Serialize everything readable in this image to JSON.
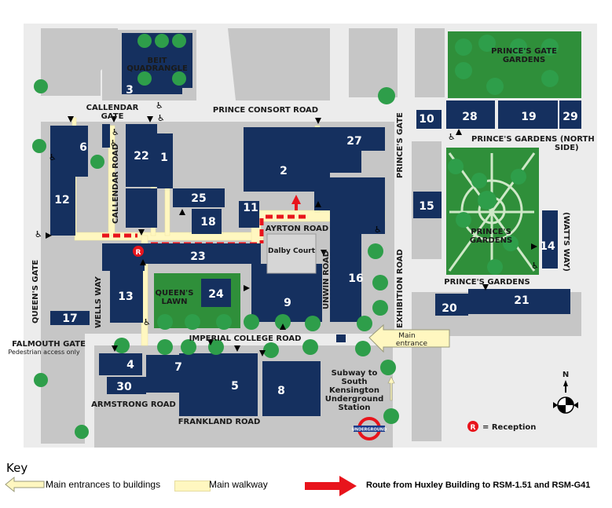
{
  "colors": {
    "building": "#15305f",
    "block": "#c4c4c4",
    "street": "#e8e8e8",
    "green": "#2f8f3a",
    "tree": "#2e9e4a",
    "walkway": "#fff7c0",
    "route": "#e8141c",
    "reception": "#e8141c"
  },
  "buildings": {
    "b1": "1",
    "b2": "2",
    "b3": "3",
    "b4": "4",
    "b5": "5",
    "b6": "6",
    "b7": "7",
    "b8": "8",
    "b9": "9",
    "b10": "10",
    "b11": "11",
    "b12": "12",
    "b13": "13",
    "b14": "14",
    "b15": "15",
    "b16": "16",
    "b17": "17",
    "b18": "18",
    "b19": "19",
    "b20": "20",
    "b21": "21",
    "b22": "22",
    "b23": "23",
    "b24": "24",
    "b25": "25",
    "b27": "27",
    "b28": "28",
    "b29": "29",
    "b30": "30"
  },
  "labels": {
    "beit_1": "BEIT",
    "beit_2": "QUADRANGLE",
    "callendar_gate_1": "CALLENDAR",
    "callendar_gate_2": "GATE",
    "prince_consort_road": "PRINCE CONSORT ROAD",
    "princes_gate_gardens_1": "PRINCE'S GATE",
    "princes_gate_gardens_2": "GARDENS",
    "princes_gardens_north_1": "PRINCE'S GARDENS (NORTH",
    "princes_gardens_north_2": "SIDE)",
    "princes_gate_vertical": "PRINCE'S GATE",
    "callendar_road": "CALLENDAR ROAD",
    "ayrton_road": "AYRTON ROAD",
    "dalby_court": "Dalby Court",
    "unwin_road": "UNWIN ROAD",
    "exhibition_road": "EXHIBITION ROAD",
    "princes_gardens_1": "PRINCE'S",
    "princes_gardens_2": "GARDENS",
    "watts_way": "(WATTS WAY)",
    "princes_gardens_south": "PRINCE'S GARDENS",
    "queens_gate": "QUEEN'S GATE",
    "wells_way": "WELLS WAY",
    "queens_lawn_1": "QUEEN'S",
    "queens_lawn_2": "LAWN",
    "imperial_college_road": "IMPERIAL COLLEGE ROAD",
    "falmouth_gate": "FALMOUTH GATE",
    "pedestrian_access": "Pedestrian access only",
    "main_entrance_1": "Main",
    "main_entrance_2": "entrance",
    "armstrong_road": "ARMSTRONG ROAD",
    "frankland_road": "FRANKLAND ROAD",
    "subway_1": "Subway to",
    "subway_2": "South",
    "subway_3": "Kensington",
    "subway_4": "Underground",
    "subway_5": "Station",
    "underground_sign": "UNDERGROUND",
    "north": "N",
    "reception_marker": "R",
    "reception_legend_marker": "R",
    "reception_legend": "= Reception"
  },
  "key": {
    "title": "Key",
    "main_entrances": "Main entrances to buildings",
    "main_walkway": "Main walkway",
    "route": "Route from Huxley Building to RSM-1.51 and RSM-G41"
  }
}
